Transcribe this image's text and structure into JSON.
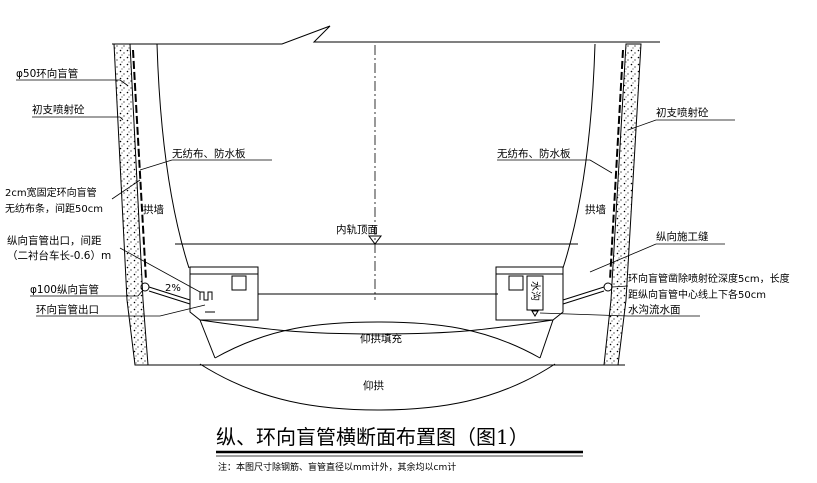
{
  "title": "纵、环向盲管横断面布置图（图1）",
  "note": "注：本图尺寸除钢筋、盲管直径以mm计外，其余均以cm计",
  "labels": {
    "phi50_ring_pipe": "φ50环向盲管",
    "primary_shotcrete_left": "初支喷射砼",
    "primary_shotcrete_right": "初支喷射砼",
    "membrane_left": "无纺布、防水板",
    "membrane_right": "无纺布、防水板",
    "fix_strip_line1": "2cm宽固定环向盲管",
    "fix_strip_line2": "无纺布条，间距50cm",
    "arch_wall_left": "拱墙",
    "arch_wall_right": "拱墙",
    "rail_top": "内轨顶面",
    "long_outlet_line1": "纵向盲管出口，间距",
    "long_outlet_line2": "（二衬台车长-0.6）m",
    "phi100_long_pipe": "φ100纵向盲管",
    "slope": "2%",
    "ring_outlet": "环向盲管出口",
    "long_joint": "纵向施工缝",
    "groove_line1": "环向盲管凿除喷射砼深度5cm，长度",
    "groove_line2": "距纵向盲管中心线上下各50cm",
    "ditch_water": "水沟流水面",
    "ditch": "水沟",
    "invert_fill": "仰拱填充",
    "invert": "仰拱"
  }
}
